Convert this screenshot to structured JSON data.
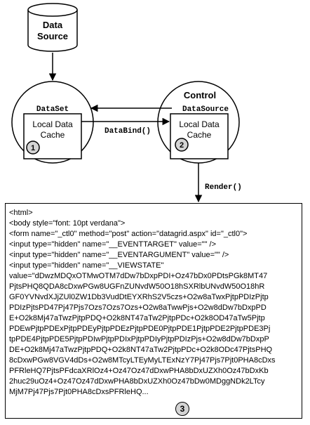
{
  "data_source": {
    "line1": "Data",
    "line2": "Source"
  },
  "dataset": {
    "title": "DataSet",
    "cache_line1": "Local Data",
    "cache_line2": "Cache",
    "badge": "1"
  },
  "control": {
    "title": "Control",
    "subtitle": "DataSource",
    "cache_line1": "Local Data",
    "cache_line2": "Cache",
    "badge": "2"
  },
  "edges": {
    "databind": "DataBind()",
    "render": "Render()"
  },
  "html_output": {
    "badge": "3",
    "lines": [
      "<html>",
      "<body style=\"font: 10pt verdana\">",
      "<form name=\"_ctl0\" method=\"post\" action=\"datagrid.aspx\" id=\"_ctl0\">",
      "<input type=\"hidden\" name=\"__EVENTTARGET\" value=\"\" />",
      "<input type=\"hidden\" name=\"__EVENTARGUMENT\" value=\"\" />",
      "<input type=\"hidden\" name=\"__VIEWSTATE\"",
      "value=\"dDwzMDQxOTMwOTM7dDw7bDxpPDI+Oz47bDx0PDtsPGk8MT47",
      "PjtsPHQ8QDA8cDxwPGw8UGFnZUNvdW50O18hSXRlbUNvdW50O18hR",
      "GF0YVNvdXJjZUl0ZW1Db3VudDtEYXRhS2V5czs+O2w8aTwxPjtpPDIzPjtp",
      "PDIzPjtsPD47Pj47Pjs7Ozs7Ozs7Ozs+O2w8aTwwPjs+O2w8dDw7bDxpPD",
      "E+O2k8Mj47aTwzPjtpPDQ+O2k8NT47aTw2PjtpPDc+O2k8OD47aTw5Pjtp",
      "PDEwPjtpPDExPjtpPDEyPjtpPDEzPjtpPDE0PjtpPDE1PjtpPDE2PjtpPDE3Pj",
      "tpPDE4PjtpPDE5PjtpPDIwPjtpPDIxPjtpPDIyPjtpPDIzPjs+O2w8dDw7bDxpP",
      "DE+O2k8Mj47aTwzPjtpPDQ+O2k8NT47aTw2PjtpPDc+O2k8ODc47PjtsPHQ",
      "8cDxwPGw8VGV4dDs+O2w8MTcyLTEyMyLTExNzY7Pj47Pjs7Pjt0PHA8cDxs",
      "PFRleHQ7PjtsPFdcaXRlOz4+Oz47Oz47dDxwPHA8bDxUZXh0Oz47bDxKb",
      "2huc29uOz4+Oz47Oz47dDxwPHA8bDxUZXh0Oz47bDw0MDggNDk2LTcy",
      "MjM7Pj47Pjs7Pjt0PHA8cDxsPFRleHQ..."
    ]
  }
}
